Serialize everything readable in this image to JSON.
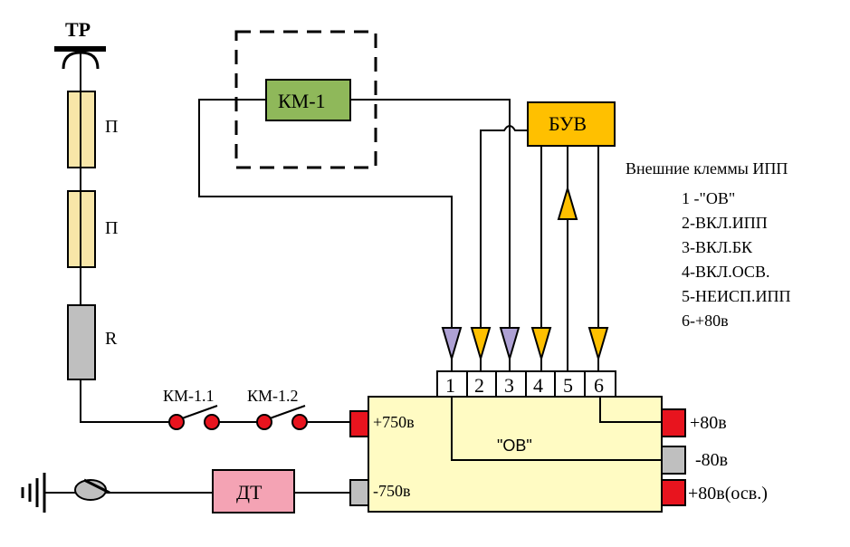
{
  "colors": {
    "pantograph_fuse": "#f8e6a8",
    "resistor": "#bfbfbf",
    "km1": "#8fb85a",
    "buv": "#ffc000",
    "ipp_body": "#fffbc3",
    "terminal_red": "#e8141e",
    "terminal_gray": "#bfbfbf",
    "dt": "#f4a3b4",
    "arrow_lilac": "#aea1d4",
    "arrow_yellow": "#ffc000",
    "wire": "#000000"
  },
  "left_chain": {
    "tr_label": "ТР",
    "fuse1_label": "П",
    "fuse2_label": "П",
    "resistor_label": "R"
  },
  "km1_box": {
    "label": "КМ-1"
  },
  "buv_box": {
    "label": "БУВ"
  },
  "contacts": {
    "km11_label": "КМ-1.1",
    "km12_label": "КМ-1.2"
  },
  "dt_box": {
    "label": "ДТ"
  },
  "ipp": {
    "terminals": [
      "1",
      "2",
      "3",
      "4",
      "5",
      "6"
    ],
    "ov_label": "\"ОВ\"",
    "plus750": "+750в",
    "minus750": "-750в",
    "plus80": "+80в",
    "minus80": "-80в",
    "plus80_osv": "+80в(осв.)"
  },
  "legend": {
    "title": "Внешние клеммы ИПП",
    "items": [
      "1 -\"ОВ\"",
      "2-ВКЛ.ИПП",
      "3-ВКЛ.БК",
      "4-ВКЛ.ОСВ.",
      "5-НЕИСП.ИПП",
      "6-+80в"
    ]
  }
}
